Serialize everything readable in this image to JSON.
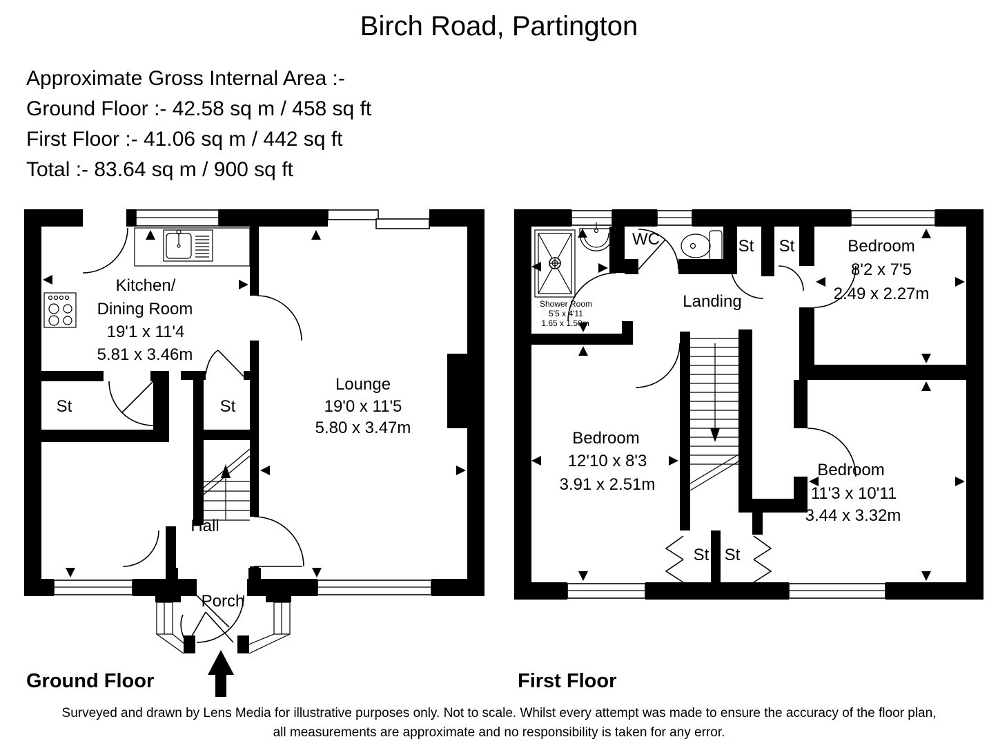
{
  "title": "Birch Road, Partington",
  "area_summary": {
    "heading": "Approximate Gross Internal Area :-",
    "ground": "Ground Floor :- 42.58 sq m / 458 sq ft",
    "first": "First Floor :- 41.06 sq m / 442 sq ft",
    "total": "Total :- 83.64 sq m / 900 sq ft"
  },
  "ground_floor": {
    "label": "Ground Floor",
    "kitchen": {
      "l1": "Kitchen/",
      "l2": "Dining Room",
      "imp": "19'1 x 11'4",
      "met": "5.81 x 3.46m"
    },
    "lounge": {
      "name": "Lounge",
      "imp": "19'0 x 11'5",
      "met": "5.80 x 3.47m"
    },
    "hall": {
      "name": "Hall"
    },
    "porch": {
      "name": "Porch"
    },
    "store_left": {
      "name": "St"
    },
    "store_mid": {
      "name": "St"
    }
  },
  "first_floor": {
    "label": "First Floor",
    "shower": {
      "name": "Shower Room",
      "imp": "5'5 x 4'11",
      "met": "1.65 x 1.50m"
    },
    "wc": {
      "name": "WC"
    },
    "landing": {
      "name": "Landing"
    },
    "bedroom_tr": {
      "name": "Bedroom",
      "imp": "8'2 x 7'5",
      "met": "2.49 x 2.27m"
    },
    "bedroom_bl": {
      "name": "Bedroom",
      "imp": "12'10 x 8'3",
      "met": "3.91 x 2.51m"
    },
    "bedroom_br": {
      "name": "Bedroom",
      "imp": "11'3 x 10'11",
      "met": "3.44 x 3.32m"
    },
    "store_top_1": {
      "name": "St"
    },
    "store_top_2": {
      "name": "St"
    },
    "store_bottom_1": {
      "name": "St"
    },
    "store_bottom_2": {
      "name": "St"
    }
  },
  "disclaimer": {
    "line1": "Surveyed and drawn by Lens Media for illustrative purposes only. Not to scale. Whilst every attempt was made to ensure the accuracy of the floor plan,",
    "line2": "all measurements are approximate and no responsibility is taken for any error."
  },
  "colors": {
    "wall": "#000000",
    "background": "#ffffff"
  }
}
